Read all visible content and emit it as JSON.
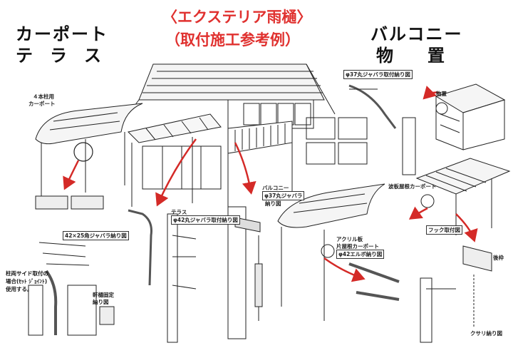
{
  "headings": {
    "left_line1": "カーポート",
    "left_line2": "テ　ラ　ス",
    "center_line1": "〈エクステリア雨樋〉",
    "center_line2": "（取付施工参考例）",
    "right_line1": "バルコニー",
    "right_line2": "物　　置"
  },
  "colors": {
    "title_red": "#e0312f",
    "arrow_red": "#d42a27",
    "line": "#222222"
  },
  "labels": {
    "carport_4pillar_1": "４本柱用",
    "carport_4pillar_2": "カーポート",
    "terrace": "テラス",
    "terrace_pipe": "φ42丸ジャバラ取付納り図",
    "balcony": "バルコニー",
    "balcony_pipe": "φ37丸ジャバラ",
    "balcony_pipe2": "納り図",
    "top_pipe": "φ37丸ジャバラ取付納り図",
    "storage": "物置",
    "wave_carport": "波板屋根カーポート",
    "hook": "フック取付図",
    "rear": "後枠",
    "chain": "クサリ納り図",
    "acrylic_1": "アクリル板",
    "acrylic_2": "片屋根カーポート",
    "acrylic_3": "φ42エルボ納り図",
    "jabara_42x25": "42×25角ジャバラ納り図",
    "pillar_side_1": "柱両サイド取付の",
    "pillar_side_2": "場合(ｾｯﾄ ｼﾞｮｲﾝﾄ)",
    "pillar_side_3": "使用する。",
    "gutter_fitting_1": "軒樋固定",
    "gutter_fitting_2": "納り図"
  }
}
